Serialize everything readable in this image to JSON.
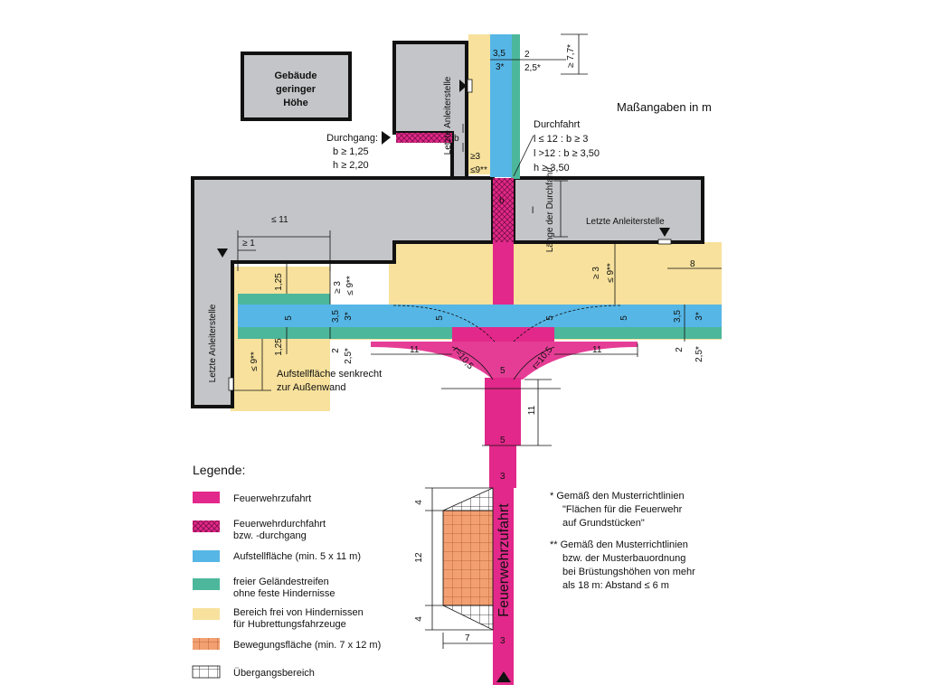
{
  "colors": {
    "building": "#c3c5c8",
    "access": "#e2288a",
    "standing": "#56b6e6",
    "green": "#4cb79b",
    "yellow": "#f7e19c",
    "movement": "#f2a071",
    "outline": "#111111"
  },
  "building_small": {
    "line1": "Gebäude",
    "line2": "geringer",
    "line3": "Höhe"
  },
  "units_label": "Maßangaben in m",
  "durchgang": {
    "title": "Durchgang:",
    "b": "b ≥ 1,25",
    "h": "h ≥ 2,20"
  },
  "durchfahrt": {
    "title": "Durchfahrt",
    "r1": "l ≤ 12 : b ≥ 3",
    "r2": "l >12 : b ≥ 3,50",
    "r3": "h ≥ 3,50"
  },
  "labels": {
    "letzte_top": "Letzte Anleiterstelle",
    "letzte_right": "Letzte Anleiterstelle",
    "letzte_left": "Letzte Anleiterstelle",
    "laenge": "Länge der Durchfahrt",
    "aufstell_note_1": "Aufstellfläche senkrecht",
    "aufstell_note_2": "zur Außenwand",
    "feuerwehrzufahrt_road": "Feuerwehrzufahrt",
    "b": "b",
    "l": "l"
  },
  "dims": {
    "top_35": "3,5",
    "top_3s": "3*",
    "top_2": "2",
    "top_25s": "2,5*",
    "top_77": "≥ 7,7*",
    "ge3": "≥3",
    "le9": "≤9**",
    "le11": "≤ 11",
    "ge1": "≥ 1",
    "d125a": "1,25",
    "d125b": "1,25",
    "ge3_left": "≥ 3",
    "le9_left": "≤ 9**",
    "d35_left": "3,5",
    "d3s_left": "3*",
    "d2_left": "2",
    "d25_left": "2,5*",
    "le9_left2": "≤ 9**",
    "d5_a": "5",
    "d5_b": "5",
    "d5_c": "5",
    "d5_d": "5",
    "ge3_right": "≥ 3",
    "le9_right": "≤ 9**",
    "d8": "8",
    "d35_right": "3,5",
    "d3s_right": "3*",
    "d2_right": "2",
    "d25_right": "2,5*",
    "d11_left": "11",
    "d11_right": "11",
    "r105_left": "r=10,5",
    "r105_right": "r=10,5",
    "d5_center": "5",
    "d11_vert": "11",
    "d5_road": "5",
    "d3_top": "3",
    "d3_bottom": "3",
    "d4_top": "4",
    "d12": "12",
    "d4_bottom": "4",
    "d7": "7"
  },
  "legend": {
    "title": "Legende:",
    "items": [
      {
        "label1": "Feuerwehrzufahrt",
        "label2": ""
      },
      {
        "label1": "Feuerwehrdurchfahrt",
        "label2": "bzw. -durchgang"
      },
      {
        "label1": "Aufstellfläche (min. 5 x 11 m)",
        "label2": ""
      },
      {
        "label1": "freier Geländestreifen",
        "label2": "ohne feste Hindernisse"
      },
      {
        "label1": "Bereich frei von Hindernissen",
        "label2": "für Hubrettungsfahrzeuge"
      },
      {
        "label1": "Bewegungsfläche (min. 7 x 12 m)",
        "label2": ""
      },
      {
        "label1": "Übergangsbereich",
        "label2": ""
      }
    ]
  },
  "notes": {
    "n1_1": "*  Gemäß den Musterrichtlinien",
    "n1_2": "\"Flächen für die Feuerwehr",
    "n1_3": "auf Grundstücken\"",
    "n2_1": "** Gemäß den Musterrichtlinien",
    "n2_2": "bzw. der Musterbauordnung",
    "n2_3": "bei Brüstungshöhen von mehr",
    "n2_4": "als 18 m: Abstand ≤ 6 m"
  }
}
